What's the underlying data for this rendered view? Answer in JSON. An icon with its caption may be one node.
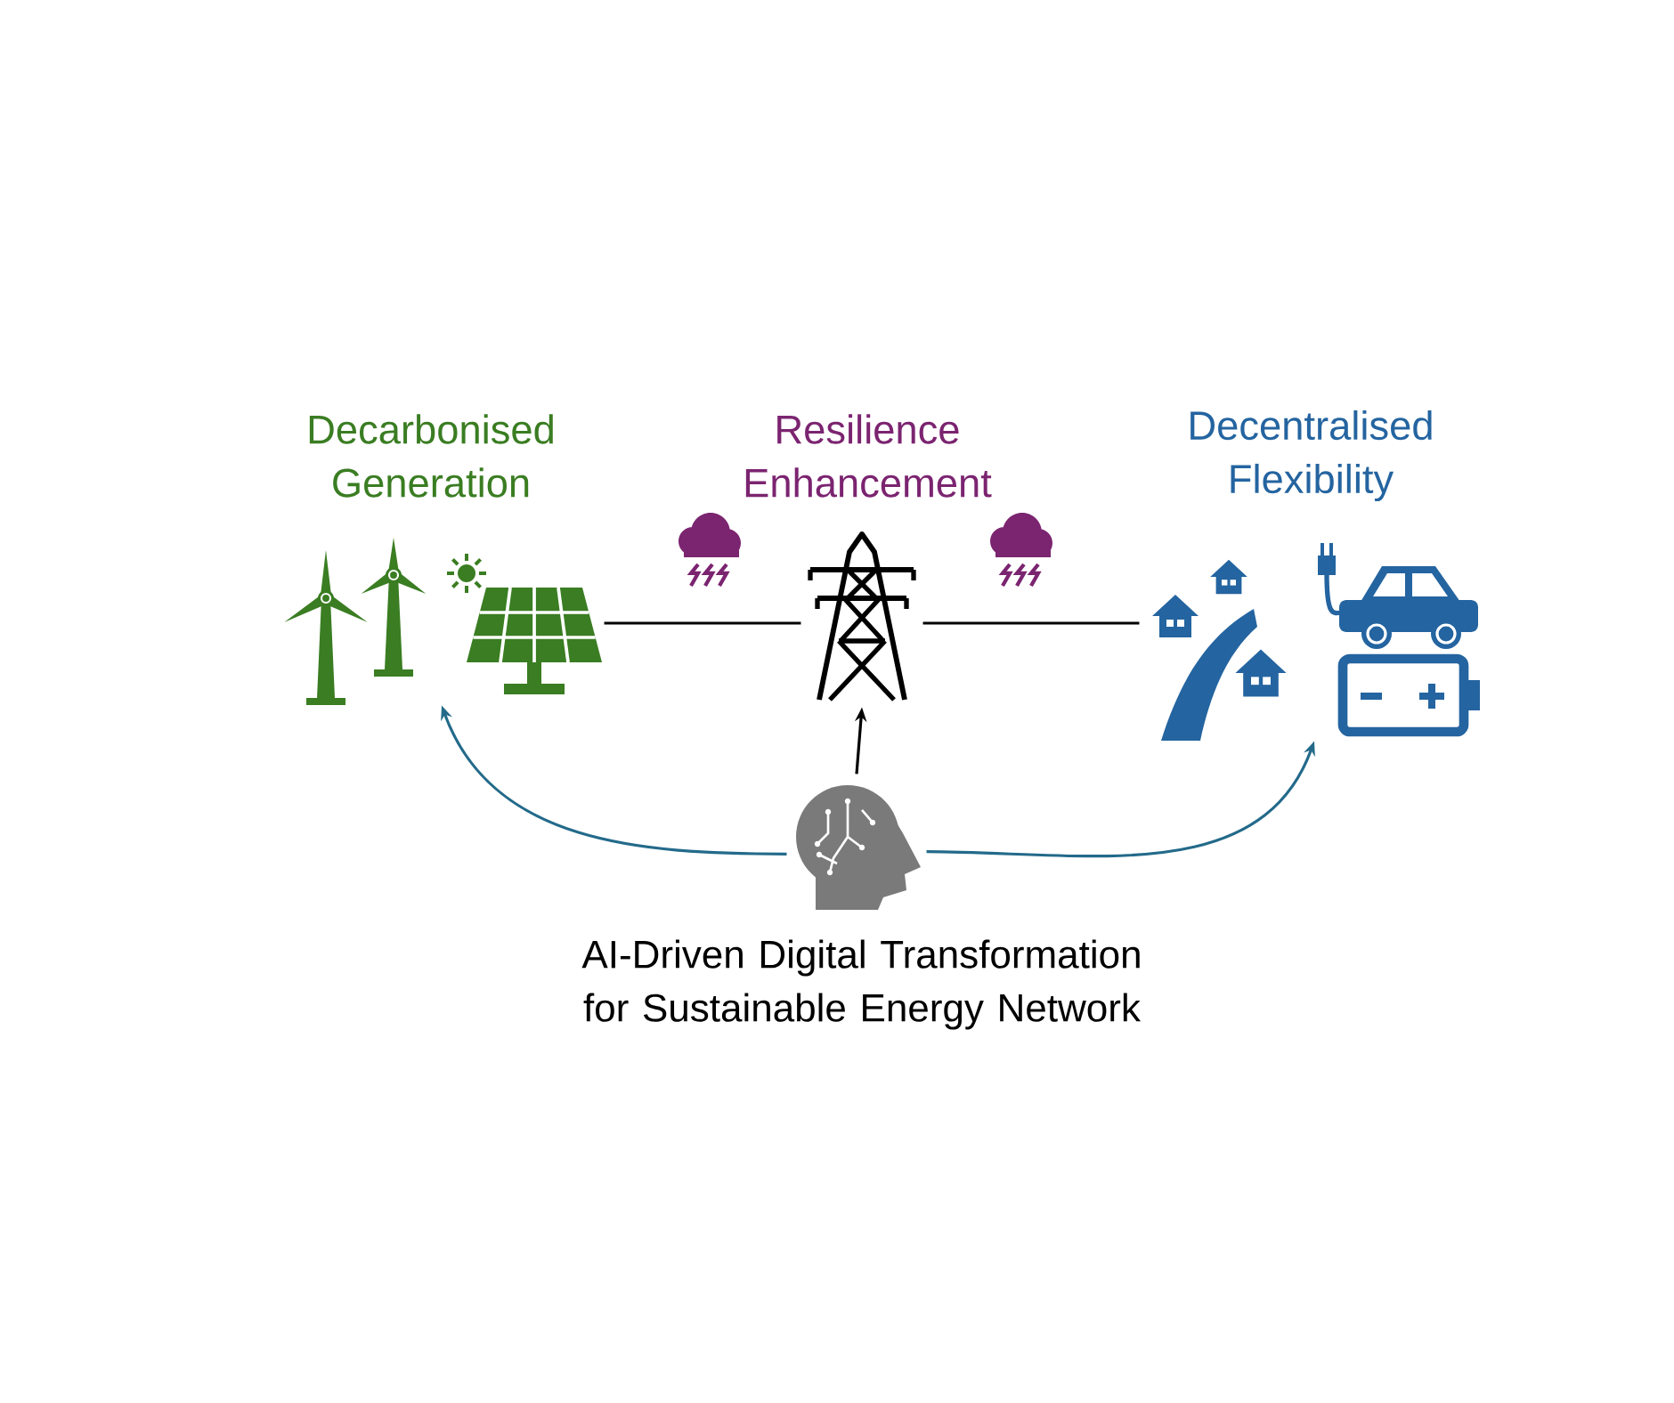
{
  "diagram": {
    "nodes": [
      {
        "text": [
          "Decarbonised Generation"
        ]
      },
      {
        "text": [
          "Resilience Enhancement"
        ]
      },
      {
        "text": [
          "Decentralised Flexibility"
        ]
      },
      {
        "text": [
          "AI-Driven Digital Transformation for Sustainable Energy Network"
        ]
      }
    ],
    "edges": [
      {
        "from": 0,
        "to": 1,
        "arrow": "none"
      },
      {
        "from": 1,
        "to": 2,
        "arrow": "none"
      },
      {
        "from": 3,
        "to": 1,
        "arrow": "to"
      },
      {
        "from": 3,
        "to": 0,
        "arrow": "to",
        "color": "#236a8a"
      },
      {
        "from": 3,
        "to": 2,
        "arrow": "to",
        "color": "#236a8a"
      }
    ]
  }
}
